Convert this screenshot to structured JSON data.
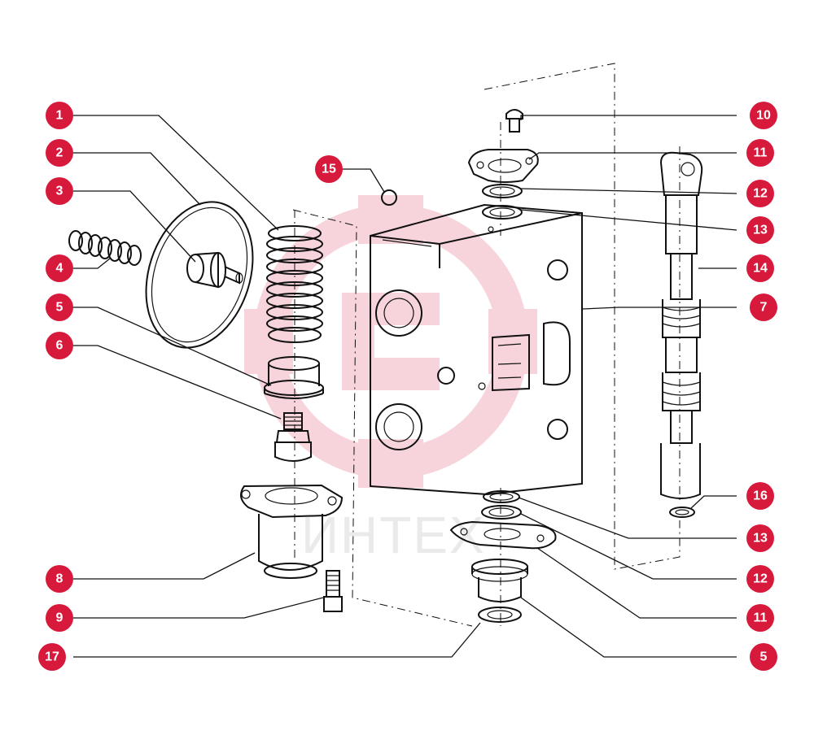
{
  "diagram": {
    "watermark_text": "ИНТЕХ",
    "accent_color": "#d71a3c",
    "callouts": [
      {
        "id": "c1",
        "label": "1"
      },
      {
        "id": "c2",
        "label": "2"
      },
      {
        "id": "c3",
        "label": "3"
      },
      {
        "id": "c4",
        "label": "4"
      },
      {
        "id": "c5a",
        "label": "5"
      },
      {
        "id": "c6",
        "label": "6"
      },
      {
        "id": "c8",
        "label": "8"
      },
      {
        "id": "c9",
        "label": "9"
      },
      {
        "id": "c17",
        "label": "17"
      },
      {
        "id": "c15",
        "label": "15"
      },
      {
        "id": "c10",
        "label": "10"
      },
      {
        "id": "c11a",
        "label": "11"
      },
      {
        "id": "c12a",
        "label": "12"
      },
      {
        "id": "c13a",
        "label": "13"
      },
      {
        "id": "c14",
        "label": "14"
      },
      {
        "id": "c7",
        "label": "7"
      },
      {
        "id": "c16",
        "label": "16"
      },
      {
        "id": "c13b",
        "label": "13"
      },
      {
        "id": "c12b",
        "label": "12"
      },
      {
        "id": "c11b",
        "label": "11"
      },
      {
        "id": "c5b",
        "label": "5"
      }
    ]
  }
}
